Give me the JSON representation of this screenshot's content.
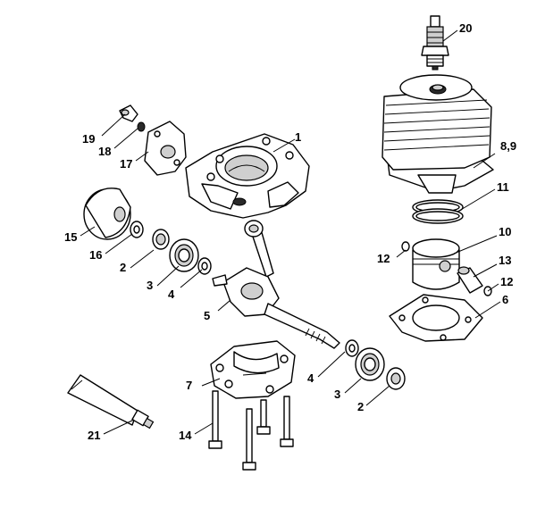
{
  "callouts": {
    "c1": "1",
    "c2a": "2",
    "c2b": "2",
    "c3a": "3",
    "c3b": "3",
    "c4a": "4",
    "c4b": "4",
    "c5": "5",
    "c6": "6",
    "c7": "7",
    "c89": "8,9",
    "c10": "10",
    "c11": "11",
    "c12a": "12",
    "c12b": "12",
    "c13": "13",
    "c14": "14",
    "c15": "15",
    "c16": "16",
    "c17": "17",
    "c18": "18",
    "c19": "19",
    "c20": "20",
    "c21": "21"
  }
}
